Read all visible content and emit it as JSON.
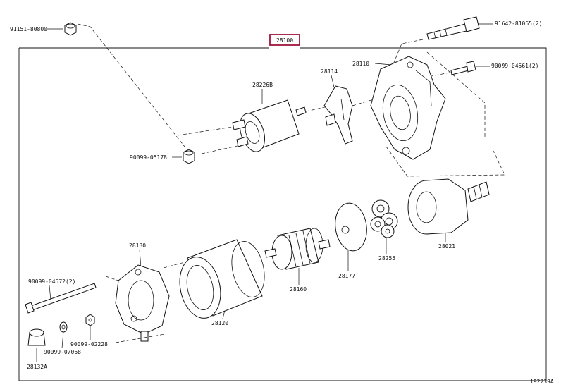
{
  "assembly": {
    "label": "28100",
    "highlight_color": "#a0143c"
  },
  "parts": {
    "p91151": "91151-80800",
    "p91642": "91642-81065(2)",
    "p90099_04561": "90099-04561(2)",
    "p28226b": "28226B",
    "p28114": "28114",
    "p28110": "28110",
    "p90099_05178": "90099-05178",
    "p28130": "28130",
    "p90099_04572": "90099-04572(2)",
    "p28120": "28120",
    "p28160": "28160",
    "p28177": "28177",
    "p28255": "28255",
    "p28021": "28021",
    "p90099_07068": "90099-07068",
    "p90099_02228": "90099-02228",
    "p28132a": "28132A"
  },
  "diagram_id": "192239A"
}
